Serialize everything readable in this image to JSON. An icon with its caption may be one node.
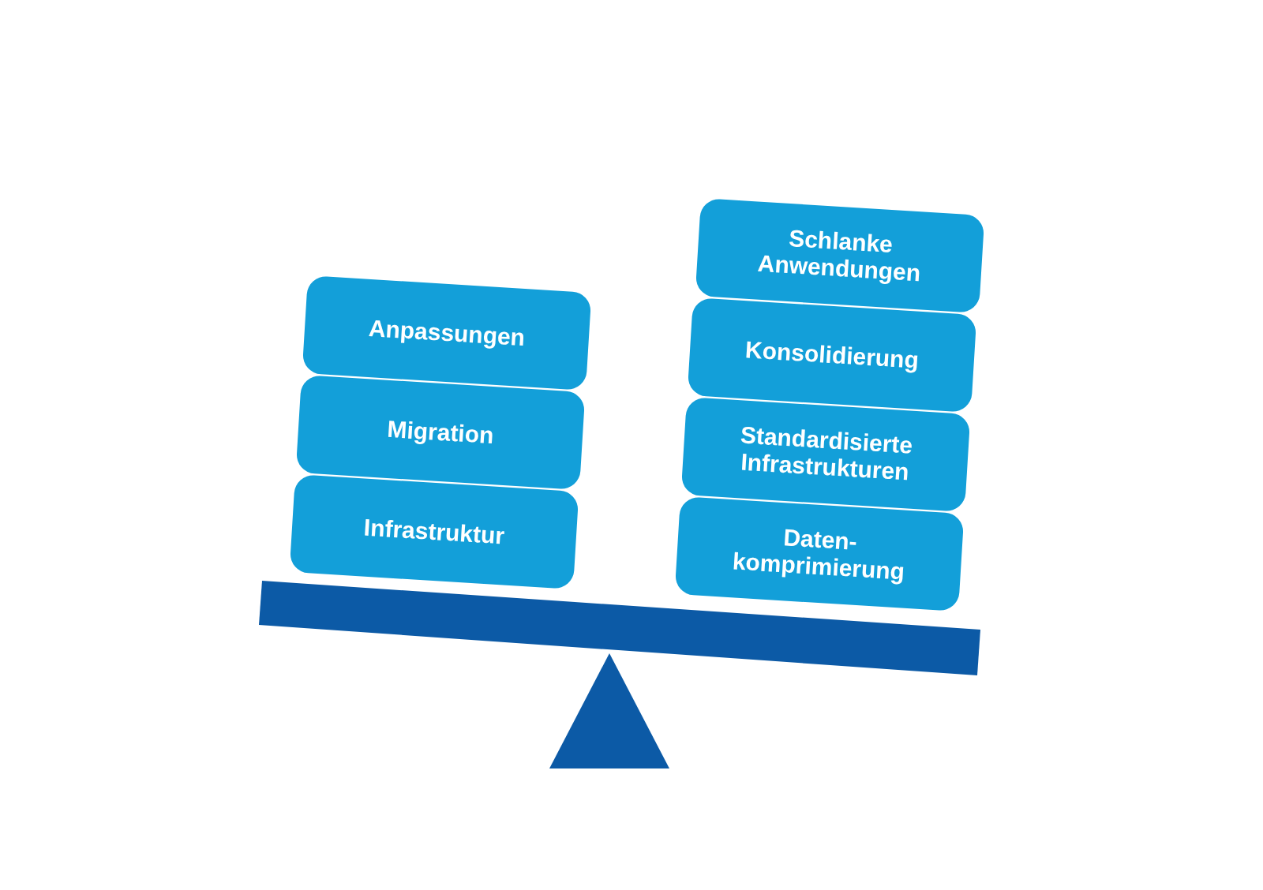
{
  "diagram": {
    "nodes": [
      {
        "text": [
          "Anpassungen"
        ]
      },
      {
        "text": [
          "Migration"
        ]
      },
      {
        "text": [
          "Infrastruktur"
        ]
      },
      {
        "text": [
          "Schlanke Anwendungen"
        ]
      },
      {
        "text": [
          "Konsolidierung"
        ]
      },
      {
        "text": [
          "Standardisierte Infrastrukturen"
        ]
      },
      {
        "text": [
          "Daten- komprimierung"
        ]
      }
    ]
  }
}
